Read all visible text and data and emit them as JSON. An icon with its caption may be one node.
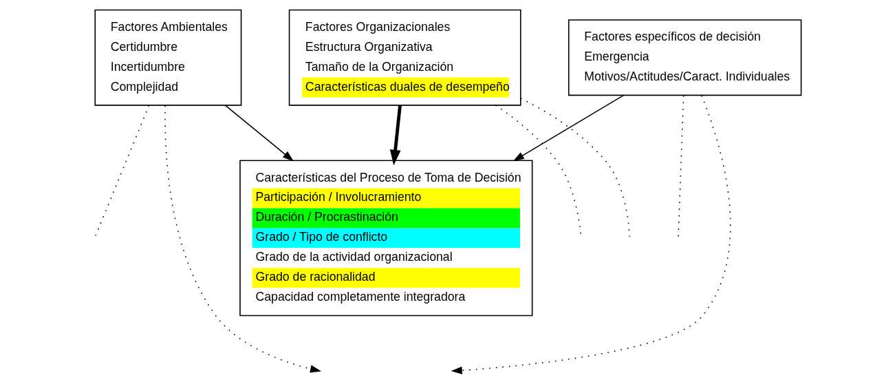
{
  "diagram": {
    "nodes": [
      {
        "text": [
          "Factores Ambientales",
          "Certidumbre",
          "Incertidumbre",
          "Complejidad"
        ]
      },
      {
        "text": [
          "Factores Organizacionales",
          "Estructura Organizativa",
          "Tamaño de la Organización",
          "Características duales de desempeño"
        ]
      },
      {
        "text": [
          "Factores específicos de decisión",
          "Emergencia",
          "Motivos/Actitudes/Caract. Individuales"
        ]
      },
      {
        "text": [
          "Características del Proceso de Toma de Decisión",
          "Participación / Involucramiento",
          "Duración / Procrastinación",
          "Grado / Tipo de conflicto",
          "Grado de la actividad organizacional",
          "Grado de racionalidad",
          "Capacidad completamente integradora"
        ]
      }
    ],
    "edges": [
      {
        "from": 0,
        "to": 3,
        "arrow": "to"
      },
      {
        "from": 1,
        "to": 3,
        "arrow": "to",
        "style": "thick"
      },
      {
        "from": 2,
        "to": 3,
        "arrow": "to"
      },
      {
        "from": 0,
        "to": null,
        "arrow": "to",
        "style": "dashed"
      },
      {
        "from": 2,
        "to": null,
        "arrow": "to",
        "style": "dashed"
      },
      {
        "from": 1,
        "to": null,
        "arrow": "none",
        "style": "dashed"
      },
      {
        "from": 1,
        "to": null,
        "arrow": "none",
        "style": "dashed"
      },
      {
        "from": 0,
        "to": null,
        "arrow": "none",
        "style": "dashed"
      },
      {
        "from": 2,
        "to": null,
        "arrow": "none",
        "style": "dashed"
      }
    ]
  }
}
